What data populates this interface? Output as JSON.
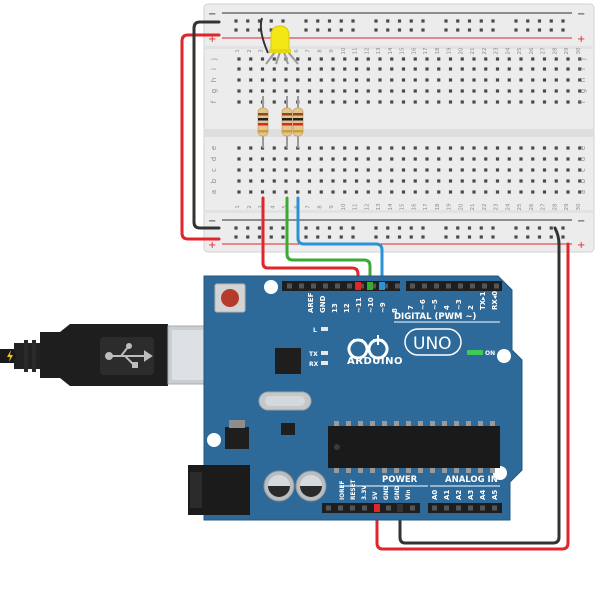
{
  "colors": {
    "board": "#2e6a99",
    "board_dark": "#245a84",
    "breadboard": "#ececec",
    "rail_red": "#e0262b",
    "rail_black": "#2b2b2b",
    "wire_red": "#e0262b",
    "wire_green": "#3aaa35",
    "wire_blue": "#2a93d4",
    "wire_black": "#333333",
    "led": "#f3e816",
    "resistor_body": "#e6c48f"
  },
  "breadboard": {
    "top_row_letters": [
      "j",
      "i",
      "h",
      "g",
      "f"
    ],
    "bottom_row_letters": [
      "e",
      "d",
      "c",
      "b",
      "a"
    ],
    "column_numbers": [
      "1",
      "2",
      "3",
      "4",
      "5",
      "6",
      "7",
      "8",
      "9",
      "10",
      "11",
      "12",
      "13",
      "14",
      "15",
      "16",
      "17",
      "18",
      "19",
      "20",
      "21",
      "22",
      "23",
      "24",
      "25",
      "26",
      "27",
      "28",
      "29",
      "30"
    ],
    "rail_minus": "−",
    "rail_plus": "+"
  },
  "arduino": {
    "brand": "ARDUINO",
    "model": "UNO",
    "on_label": "ON",
    "led_labels": [
      "L",
      "TX",
      "RX"
    ],
    "digital_pins_left": [
      "AREF",
      "GND",
      "13",
      "12",
      "~11",
      "~10",
      "~9",
      "8"
    ],
    "digital_pins_right": [
      "7",
      "~6",
      "~5",
      "4",
      "~3",
      "2",
      "TX▸1",
      "RX◂0"
    ],
    "digital_section_label": "DIGITAL (PWM ~)",
    "power_section_label": "POWER",
    "analog_section_label": "ANALOG IN",
    "power_pins": [
      "IOREF",
      "RESET",
      "3.3V",
      "5V",
      "GND",
      "GND",
      "Vin"
    ],
    "analog_pins": [
      "A0",
      "A1",
      "A2",
      "A3",
      "A4",
      "A5"
    ]
  },
  "components": {
    "led": "yellow-led",
    "resistors": [
      "resistor-1",
      "resistor-2",
      "resistor-3"
    ],
    "usb": "usb-cable"
  }
}
